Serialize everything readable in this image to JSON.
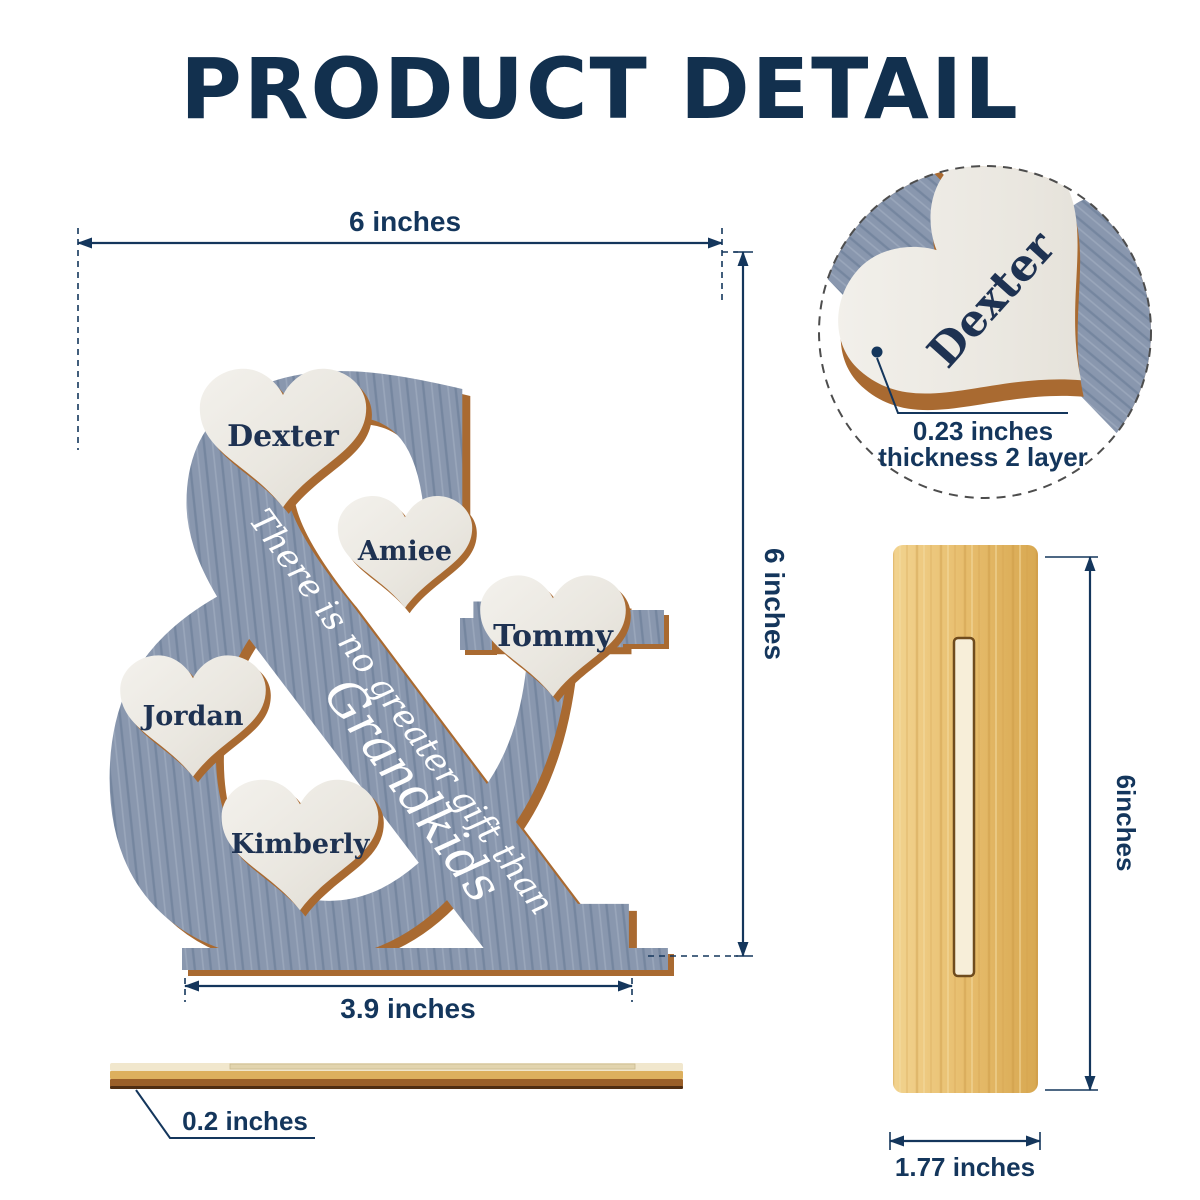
{
  "title": "PRODUCT DETAIL",
  "colors": {
    "navy": "#14365c",
    "blue_wood": "#8997ae",
    "white_wood": "#edebe5",
    "edge_brown": "#a96a31",
    "stand_wood": "#e8c177",
    "background": "#ffffff"
  },
  "product": {
    "ampersand_symbol": "&",
    "script_line1": "There is no greater gift than",
    "script_line2": "Grandkids",
    "hearts": [
      {
        "name": "Dexter"
      },
      {
        "name": "Amiee"
      },
      {
        "name": "Tommy"
      },
      {
        "name": "Jordan"
      },
      {
        "name": "Kimberly"
      }
    ]
  },
  "zoom_detail": {
    "heart_name": "Dexter",
    "label_line1": "0.23 inches",
    "label_line2": "thickness 2 layer"
  },
  "dimensions": {
    "width_label": "6 inches",
    "height_label": "6 inches",
    "base_width_label": "3.9 inches",
    "stand_height_label": "6inches",
    "stand_width_label": "1.77 inches",
    "stand_thickness_label": "0.2 inches"
  }
}
